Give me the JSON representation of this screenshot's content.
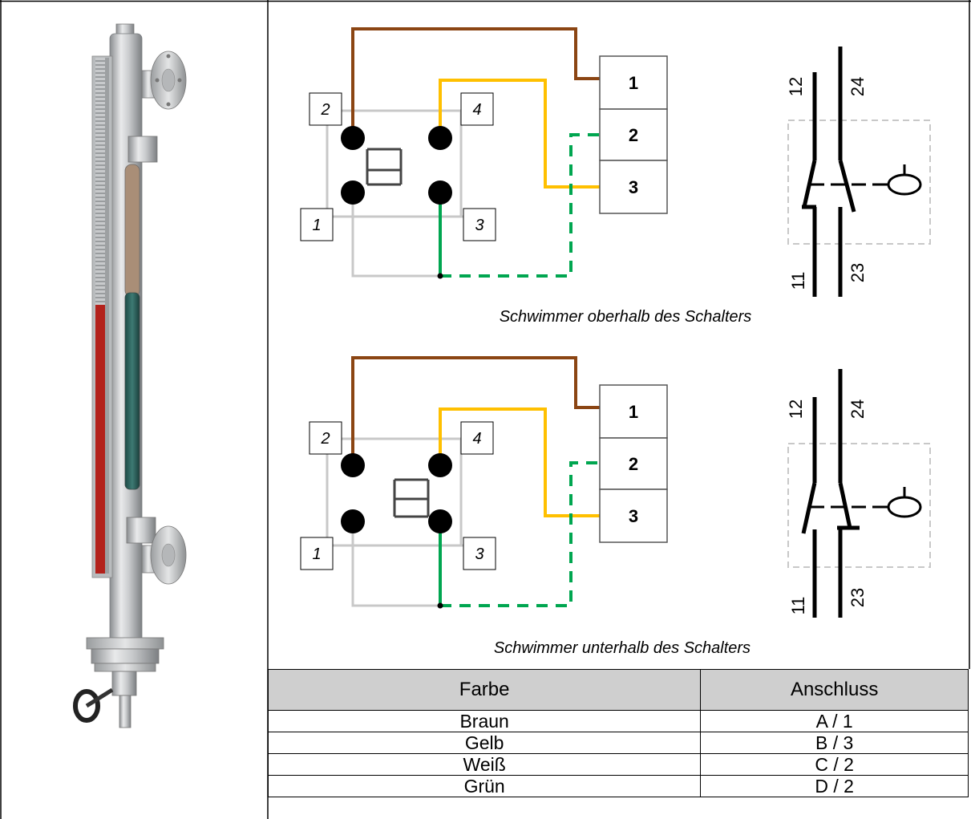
{
  "diagrams": [
    {
      "caption": "Schwimmer oberhalb des Schalters",
      "contacts": {
        "a": "2",
        "b": "4",
        "c": "1",
        "d": "3"
      },
      "terminals": [
        "1",
        "2",
        "3"
      ],
      "symbol_labels": {
        "upper_left": "12",
        "upper_right": "24",
        "lower_left": "11",
        "lower_right": "23"
      }
    },
    {
      "caption": "Schwimmer unterhalb des Schalters",
      "contacts": {
        "a": "2",
        "b": "4",
        "c": "1",
        "d": "3"
      },
      "terminals": [
        "1",
        "2",
        "3"
      ],
      "symbol_labels": {
        "upper_left": "12",
        "upper_right": "24",
        "lower_left": "11",
        "lower_right": "23"
      }
    }
  ],
  "wire_colors": {
    "brown": "#8B4513",
    "yellow": "#FFC000",
    "green": "#00A650",
    "gray": "#C8C8C8"
  },
  "table": {
    "headers": [
      "Farbe",
      "Anschluss"
    ],
    "rows": [
      [
        "Braun",
        "A / 1"
      ],
      [
        "Gelb",
        "B / 3"
      ],
      [
        "Weiß",
        "C / 2"
      ],
      [
        "Grün",
        "D / 2"
      ]
    ]
  }
}
